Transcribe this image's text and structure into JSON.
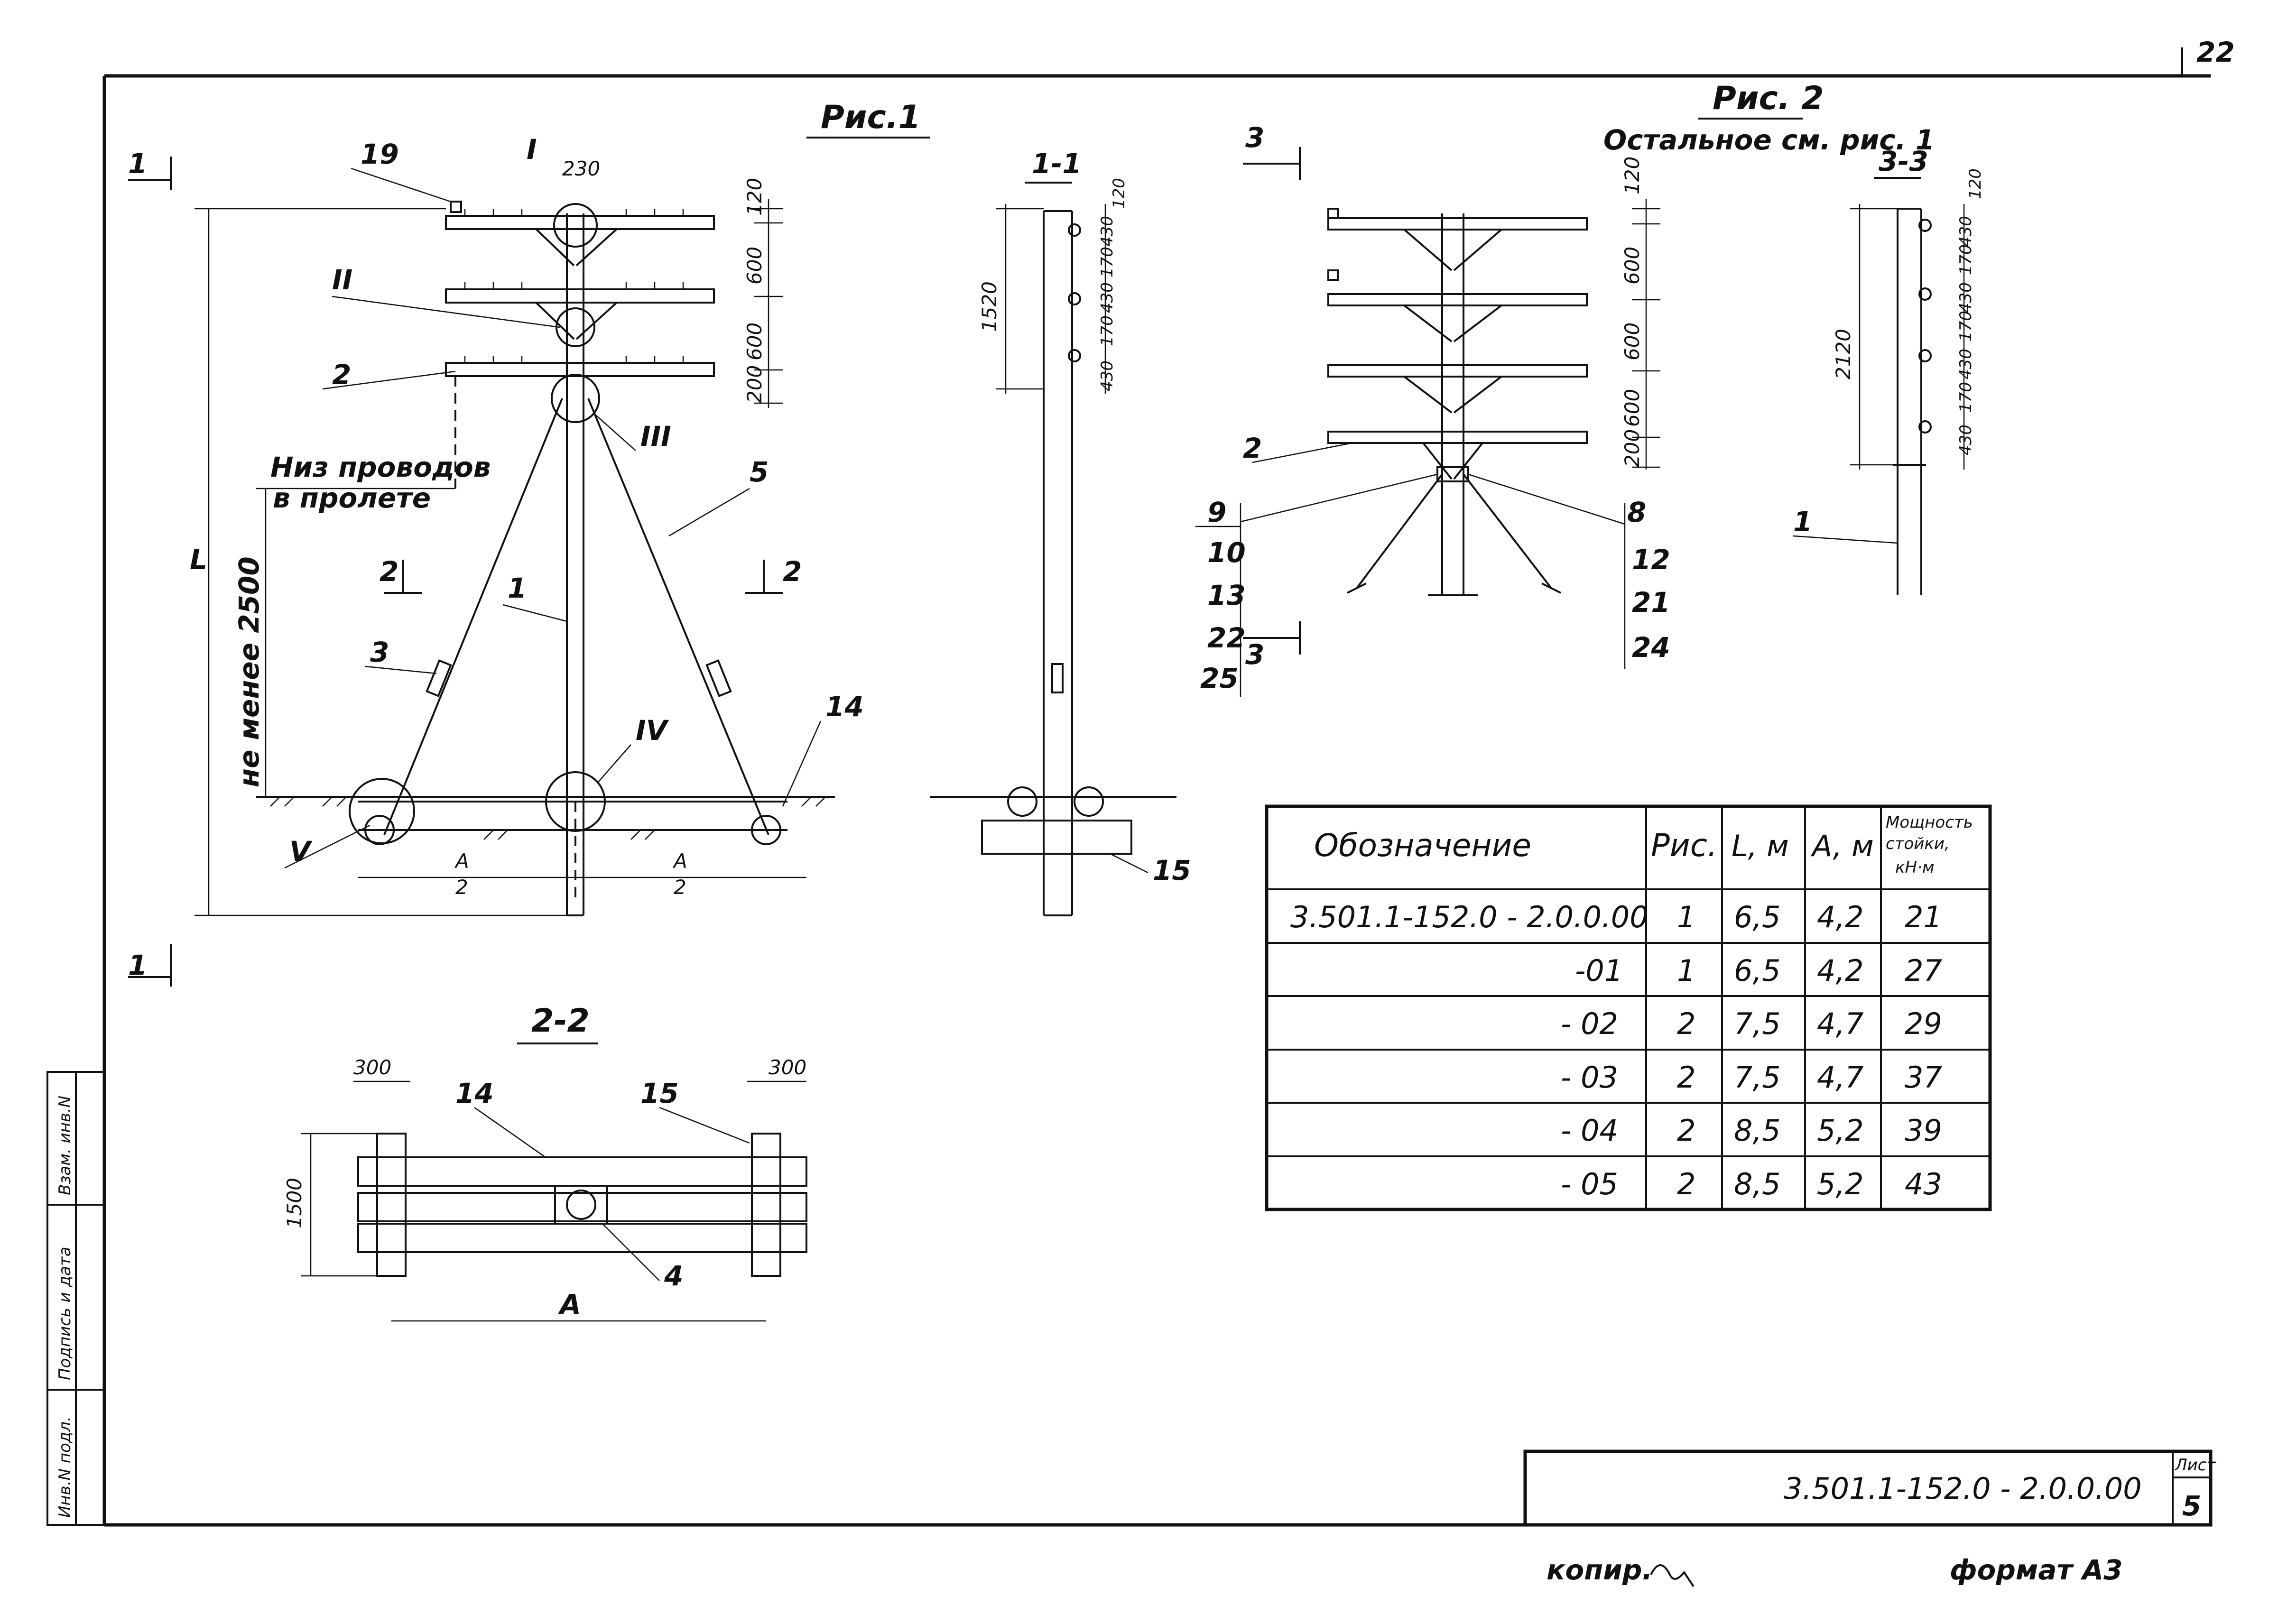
{
  "sheet_mark": "22",
  "fig1": {
    "title": "Рис.1",
    "section_1_1": "1-1",
    "section_2_2": "2-2",
    "section_mark_1": "1",
    "section_mark_2": "2",
    "roman": [
      "I",
      "II",
      "III",
      "IV",
      "V"
    ],
    "positions": {
      "p19": "19",
      "p2": "2",
      "p5": "5",
      "p3": "3",
      "p1": "1",
      "p14": "14",
      "p15": "15",
      "p4": "4"
    },
    "note_wires_line1": "Низ проводов",
    "note_wires_line2": "в пролете",
    "note_min": "не менее 2500",
    "dim_L": "L",
    "dims": {
      "d230": "230",
      "d120": "120",
      "d600a": "600",
      "d600b": "600",
      "d200": "200",
      "d1520": "1520",
      "dA": "A",
      "dA2": "2",
      "d300": "300",
      "d1500": "1500"
    },
    "dims_1_1": [
      "120",
      "430",
      "170",
      "430",
      "170",
      "430",
      "170",
      "430"
    ]
  },
  "fig2": {
    "title": "Рис. 2",
    "subtitle": "Остальное см. рис. 1",
    "section_3_3": "3-3",
    "section_mark_3": "3",
    "dims": [
      "120",
      "600",
      "600",
      "600",
      "200"
    ],
    "dim_2120": "2120",
    "dims_3_3": [
      "120",
      "430",
      "170",
      "430",
      "170",
      "430",
      "170",
      "430",
      "170",
      "430"
    ],
    "left_labels": [
      "9",
      "10",
      "13",
      "22",
      "25"
    ],
    "right_labels": [
      "8",
      "12",
      "21",
      "24"
    ],
    "label_2": "2",
    "label_1": "1"
  },
  "table": {
    "headers": {
      "designation": "Обозначение",
      "fig": "Рис.",
      "L": "L, м",
      "A": "A, м",
      "power_line1": "Мощность",
      "power_line2": "стойки,",
      "power_line3": "кН·м"
    },
    "rows": [
      {
        "designation": "3.501.1-152.0 - 2.0.0.00",
        "fig": "1",
        "L": "6,5",
        "A": "4,2",
        "power": "21"
      },
      {
        "designation": "-01",
        "fig": "1",
        "L": "6,5",
        "A": "4,2",
        "power": "27"
      },
      {
        "designation": "- 02",
        "fig": "2",
        "L": "7,5",
        "A": "4,7",
        "power": "29"
      },
      {
        "designation": "- 03",
        "fig": "2",
        "L": "7,5",
        "A": "4,7",
        "power": "37"
      },
      {
        "designation": "- 04",
        "fig": "2",
        "L": "8,5",
        "A": "5,2",
        "power": "39"
      },
      {
        "designation": "- 05",
        "fig": "2",
        "L": "8,5",
        "A": "5,2",
        "power": "43"
      }
    ]
  },
  "stamp": {
    "doc_code": "3.501.1-152.0 - 2.0.0.00",
    "sheet_label": "Лист",
    "sheet_no": "5"
  },
  "side_strip": [
    "Инв.N подл.",
    "Подпись и дата",
    "Взам. инв.N"
  ],
  "footer": {
    "copied": "копир.",
    "format": "формат А3"
  }
}
